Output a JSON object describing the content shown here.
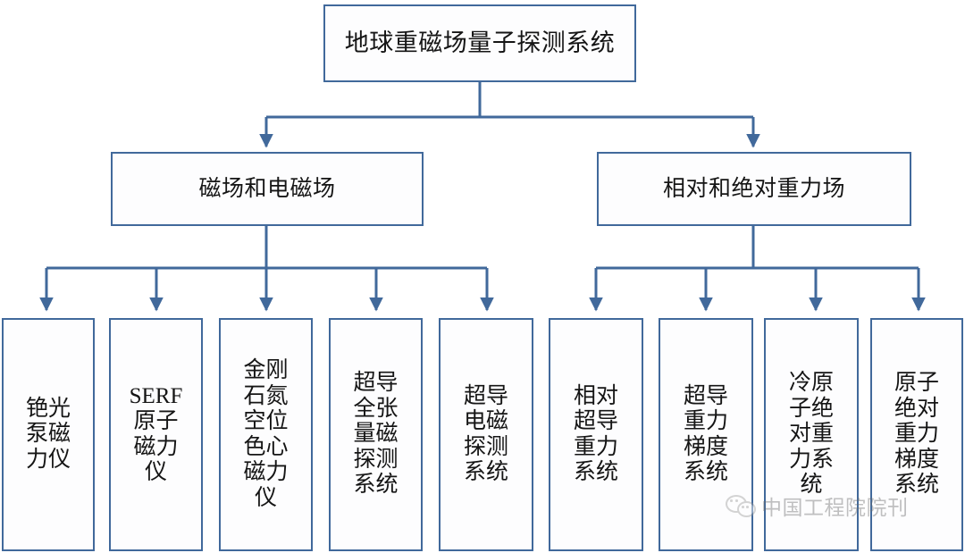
{
  "diagram": {
    "type": "tree-hierarchy",
    "title": "地球重磁场量子探测系统",
    "root": {
      "label": "地球重磁场量子探测系统"
    },
    "branches": [
      {
        "label": "磁场和电磁场"
      },
      {
        "label": "相对和绝对重力场"
      }
    ],
    "leaves": [
      {
        "label": "铯光泵磁力仪",
        "branch": "磁场和电磁场"
      },
      {
        "label": "SERF原子磁力仪",
        "branch": "磁场和电磁场"
      },
      {
        "label": "金刚石氮空位色心磁力仪",
        "branch": "磁场和电磁场"
      },
      {
        "label": "超导全张量磁探测系统",
        "branch": "磁场和电磁场"
      },
      {
        "label": "超导电磁探测系统",
        "branch": "磁场和电磁场"
      },
      {
        "label": "相对超导重力系统",
        "branch": "相对和绝对重力场"
      },
      {
        "label": "超导重力梯度系统",
        "branch": "相对和绝对重力场"
      },
      {
        "label": "冷原子绝对重力系统",
        "branch": "相对和绝对重力场"
      },
      {
        "label": "原子绝对重力梯度系统",
        "branch": "相对和绝对重力场"
      }
    ],
    "colors": {
      "box_border": "#41699b",
      "box_fill": "#fdfdfe",
      "connector": "#41699b",
      "text": "#151515",
      "background": "#ffffff"
    }
  },
  "watermark": {
    "text": "中国工程院院刊",
    "icon": "wechat-icon"
  }
}
